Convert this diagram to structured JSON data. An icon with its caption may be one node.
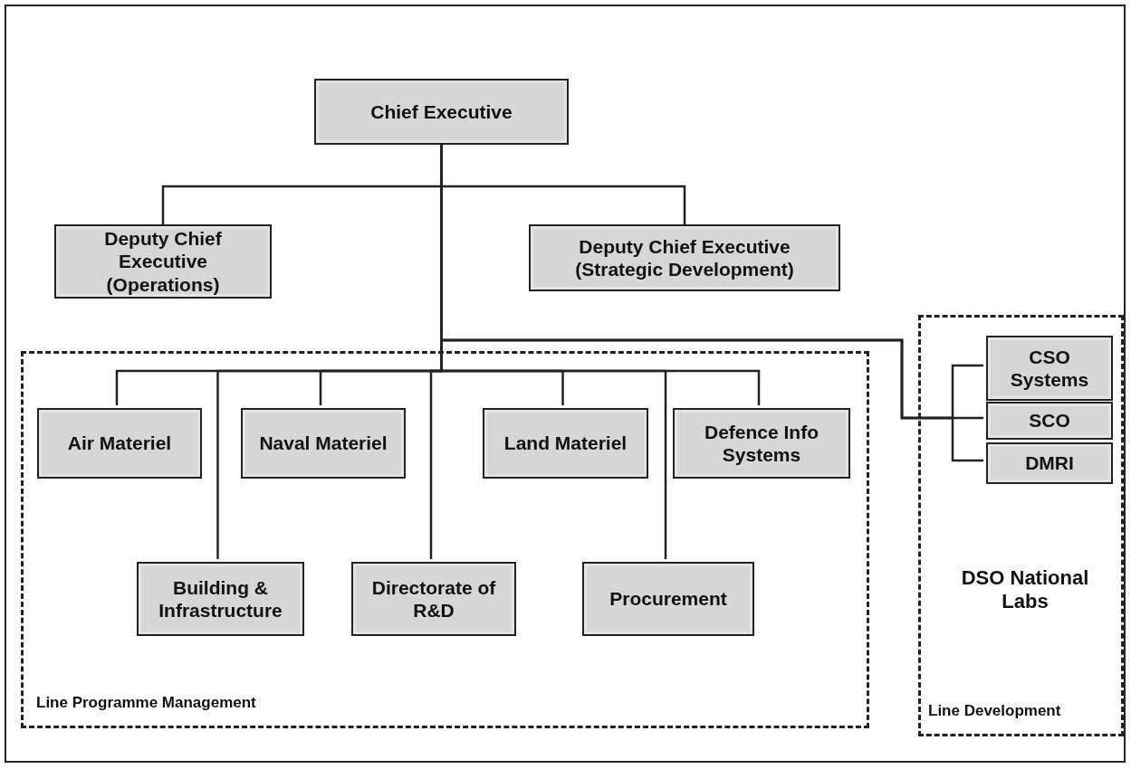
{
  "diagram": {
    "nodes": [
      {
        "text": [
          "Chief Executive"
        ]
      },
      {
        "text": [
          "Deputy Chief Executive (Operations)"
        ]
      },
      {
        "text": [
          "Deputy Chief Executive (Strategic Development)"
        ]
      },
      {
        "text": [
          "Line Programme Management"
        ]
      },
      {
        "text": [
          "Air Materiel"
        ],
        "in": 3
      },
      {
        "text": [
          "Building & Infrastructure"
        ],
        "in": 3
      },
      {
        "text": [
          "Naval Materiel"
        ],
        "in": 3
      },
      {
        "text": [
          "Directorate of R&D"
        ],
        "in": 3
      },
      {
        "text": [
          "Land Materiel"
        ],
        "in": 3
      },
      {
        "text": [
          "Procurement"
        ],
        "in": 3
      },
      {
        "text": [
          "Defence Info Systems"
        ],
        "in": 3
      },
      {
        "text": [
          "DSO National Labs",
          "Line Development"
        ]
      },
      {
        "text": [
          "CSO Systems"
        ],
        "in": 11
      },
      {
        "text": [
          "SCO"
        ],
        "in": 11
      },
      {
        "text": [
          "DMRI"
        ],
        "in": 11
      }
    ],
    "edges": [
      {
        "from": 0,
        "to": 1,
        "arrow": "none"
      },
      {
        "from": 0,
        "to": 2,
        "arrow": "none"
      },
      {
        "from": 0,
        "to": 4,
        "arrow": "none"
      },
      {
        "from": 0,
        "to": 5,
        "arrow": "none"
      },
      {
        "from": 0,
        "to": 6,
        "arrow": "none"
      },
      {
        "from": 0,
        "to": 7,
        "arrow": "none"
      },
      {
        "from": 0,
        "to": 8,
        "arrow": "none"
      },
      {
        "from": 0,
        "to": 9,
        "arrow": "none"
      },
      {
        "from": 0,
        "to": 10,
        "arrow": "none"
      },
      {
        "from": 0,
        "to": 12,
        "arrow": "none"
      },
      {
        "from": 0,
        "to": 13,
        "arrow": "none"
      },
      {
        "from": 0,
        "to": 14,
        "arrow": "none"
      }
    ]
  }
}
